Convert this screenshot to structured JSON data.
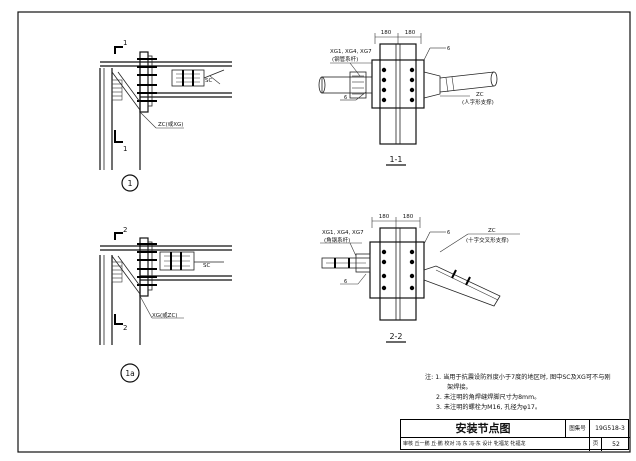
{
  "detail1": {
    "section_mark": "1",
    "section_mark_bottom": "1",
    "label_sc": "SC",
    "label_zc": "ZC(或XG)",
    "circle_label": "1"
  },
  "detail1a": {
    "section_mark": "2",
    "section_mark_bottom": "2",
    "label_sc": "SC",
    "label_zc": "XG(或ZC)",
    "circle_label": "1a"
  },
  "section11": {
    "dim_left": "180",
    "dim_right": "180",
    "label_xg": "XG1, XG4, XG7",
    "label_xg_sub": "(钢管系杆)",
    "label_zc": "ZC",
    "label_zc_sub": "(人字形支撑)",
    "weld_top": "6",
    "weld_bottom": "6",
    "section_label": "1-1"
  },
  "section22": {
    "dim_left": "180",
    "dim_right": "180",
    "label_xg": "XG1, XG4, XG7",
    "label_xg_sub": "(角钢系杆)",
    "label_zc": "ZC",
    "label_zc_sub": "(十字交叉形支撑)",
    "weld_top": "6",
    "weld_bottom": "6",
    "section_label": "2-2"
  },
  "notes": {
    "prefix": "注:",
    "line1": "1. 当用于抗震设防烈度小于7度的地区时, 图中SC及XG可不与刚",
    "line1b": "架焊接。",
    "line2": "2. 未注明的角焊缝焊脚尺寸为8mm。",
    "line3": "3. 未注明的螺栓为M16, 孔径为φ17。"
  },
  "title_block": {
    "title": "安装节点图",
    "atlas_label": "图集号",
    "atlas_no": "19G518-3",
    "sign_row": "审核 丘一鹏 丘·鹏 校对 冯 东 冯·东 设计 牝福龙 牝福龙",
    "page_label": "页",
    "page_no": "52"
  }
}
